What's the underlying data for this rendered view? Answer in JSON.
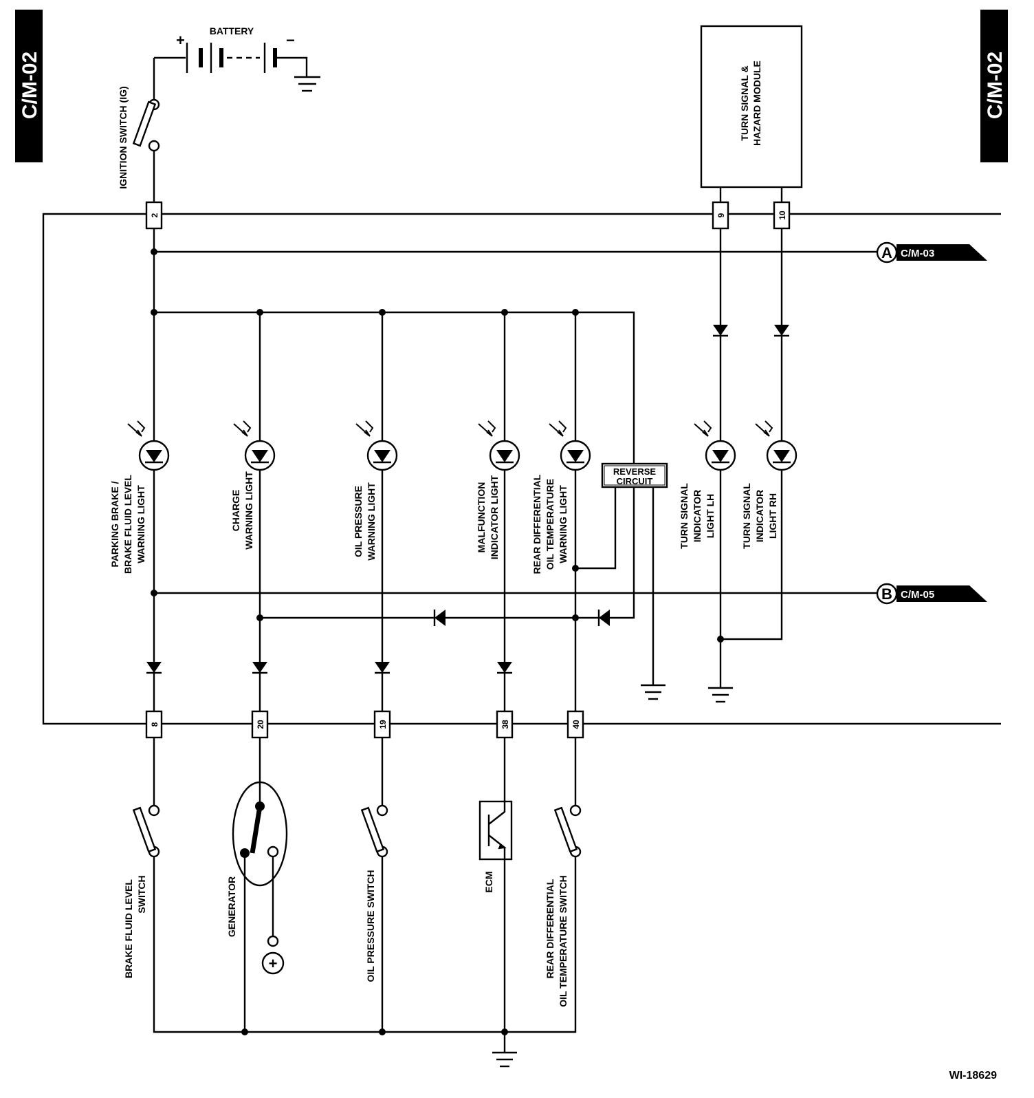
{
  "page_tab_left": "C/M-02",
  "page_tab_right": "C/M-02",
  "battery": {
    "label": "BATTERY",
    "plus": "+",
    "minus": "−"
  },
  "ignition_switch": {
    "label": "IGNITION SWITCH (IG)"
  },
  "turn_module": {
    "line1": "TURN SIGNAL &",
    "line2": "HAZARD MODULE"
  },
  "connector_pins": {
    "top": [
      "2",
      "9",
      "10"
    ],
    "bottom": [
      "8",
      "20",
      "19",
      "38",
      "40"
    ]
  },
  "references": {
    "a": {
      "letter": "A",
      "target": "C/M-03"
    },
    "b": {
      "letter": "B",
      "target": "C/M-05"
    }
  },
  "lamps": {
    "brake": {
      "line1": "PARKING BRAKE /",
      "line2": "BRAKE FLUID LEVEL",
      "line3": "WARNING LIGHT"
    },
    "charge": {
      "line1": "CHARGE",
      "line2": "WARNING LIGHT"
    },
    "oil": {
      "line1": "OIL PRESSURE",
      "line2": "WARNING LIGHT"
    },
    "mil": {
      "line1": "MALFUNCTION",
      "line2": "INDICATOR LIGHT"
    },
    "rear_diff": {
      "line1": "REAR DIFFERENTIAL",
      "line2": "OIL TEMPERATURE",
      "line3": "WARNING LIGHT"
    },
    "turn_lh": {
      "line1": "TURN SIGNAL",
      "line2": "INDICATOR",
      "line3": "LIGHT LH"
    },
    "turn_rh": {
      "line1": "TURN SIGNAL",
      "line2": "INDICATOR",
      "line3": "LIGHT RH"
    }
  },
  "reverse_circuit": {
    "line1": "REVERSE",
    "line2": "CIRCUIT"
  },
  "devices": {
    "brake_switch": {
      "line1": "BRAKE FLUID LEVEL",
      "line2": "SWITCH"
    },
    "generator": {
      "label": "GENERATOR",
      "terminal": "+"
    },
    "oil_switch": {
      "label": "OIL PRESSURE SWITCH"
    },
    "ecm": {
      "label": "ECM"
    },
    "rear_diff_switch": {
      "line1": "REAR DIFFERENTIAL",
      "line2": "OIL TEMPERATURE SWITCH"
    }
  },
  "figure_id": "WI-18629"
}
